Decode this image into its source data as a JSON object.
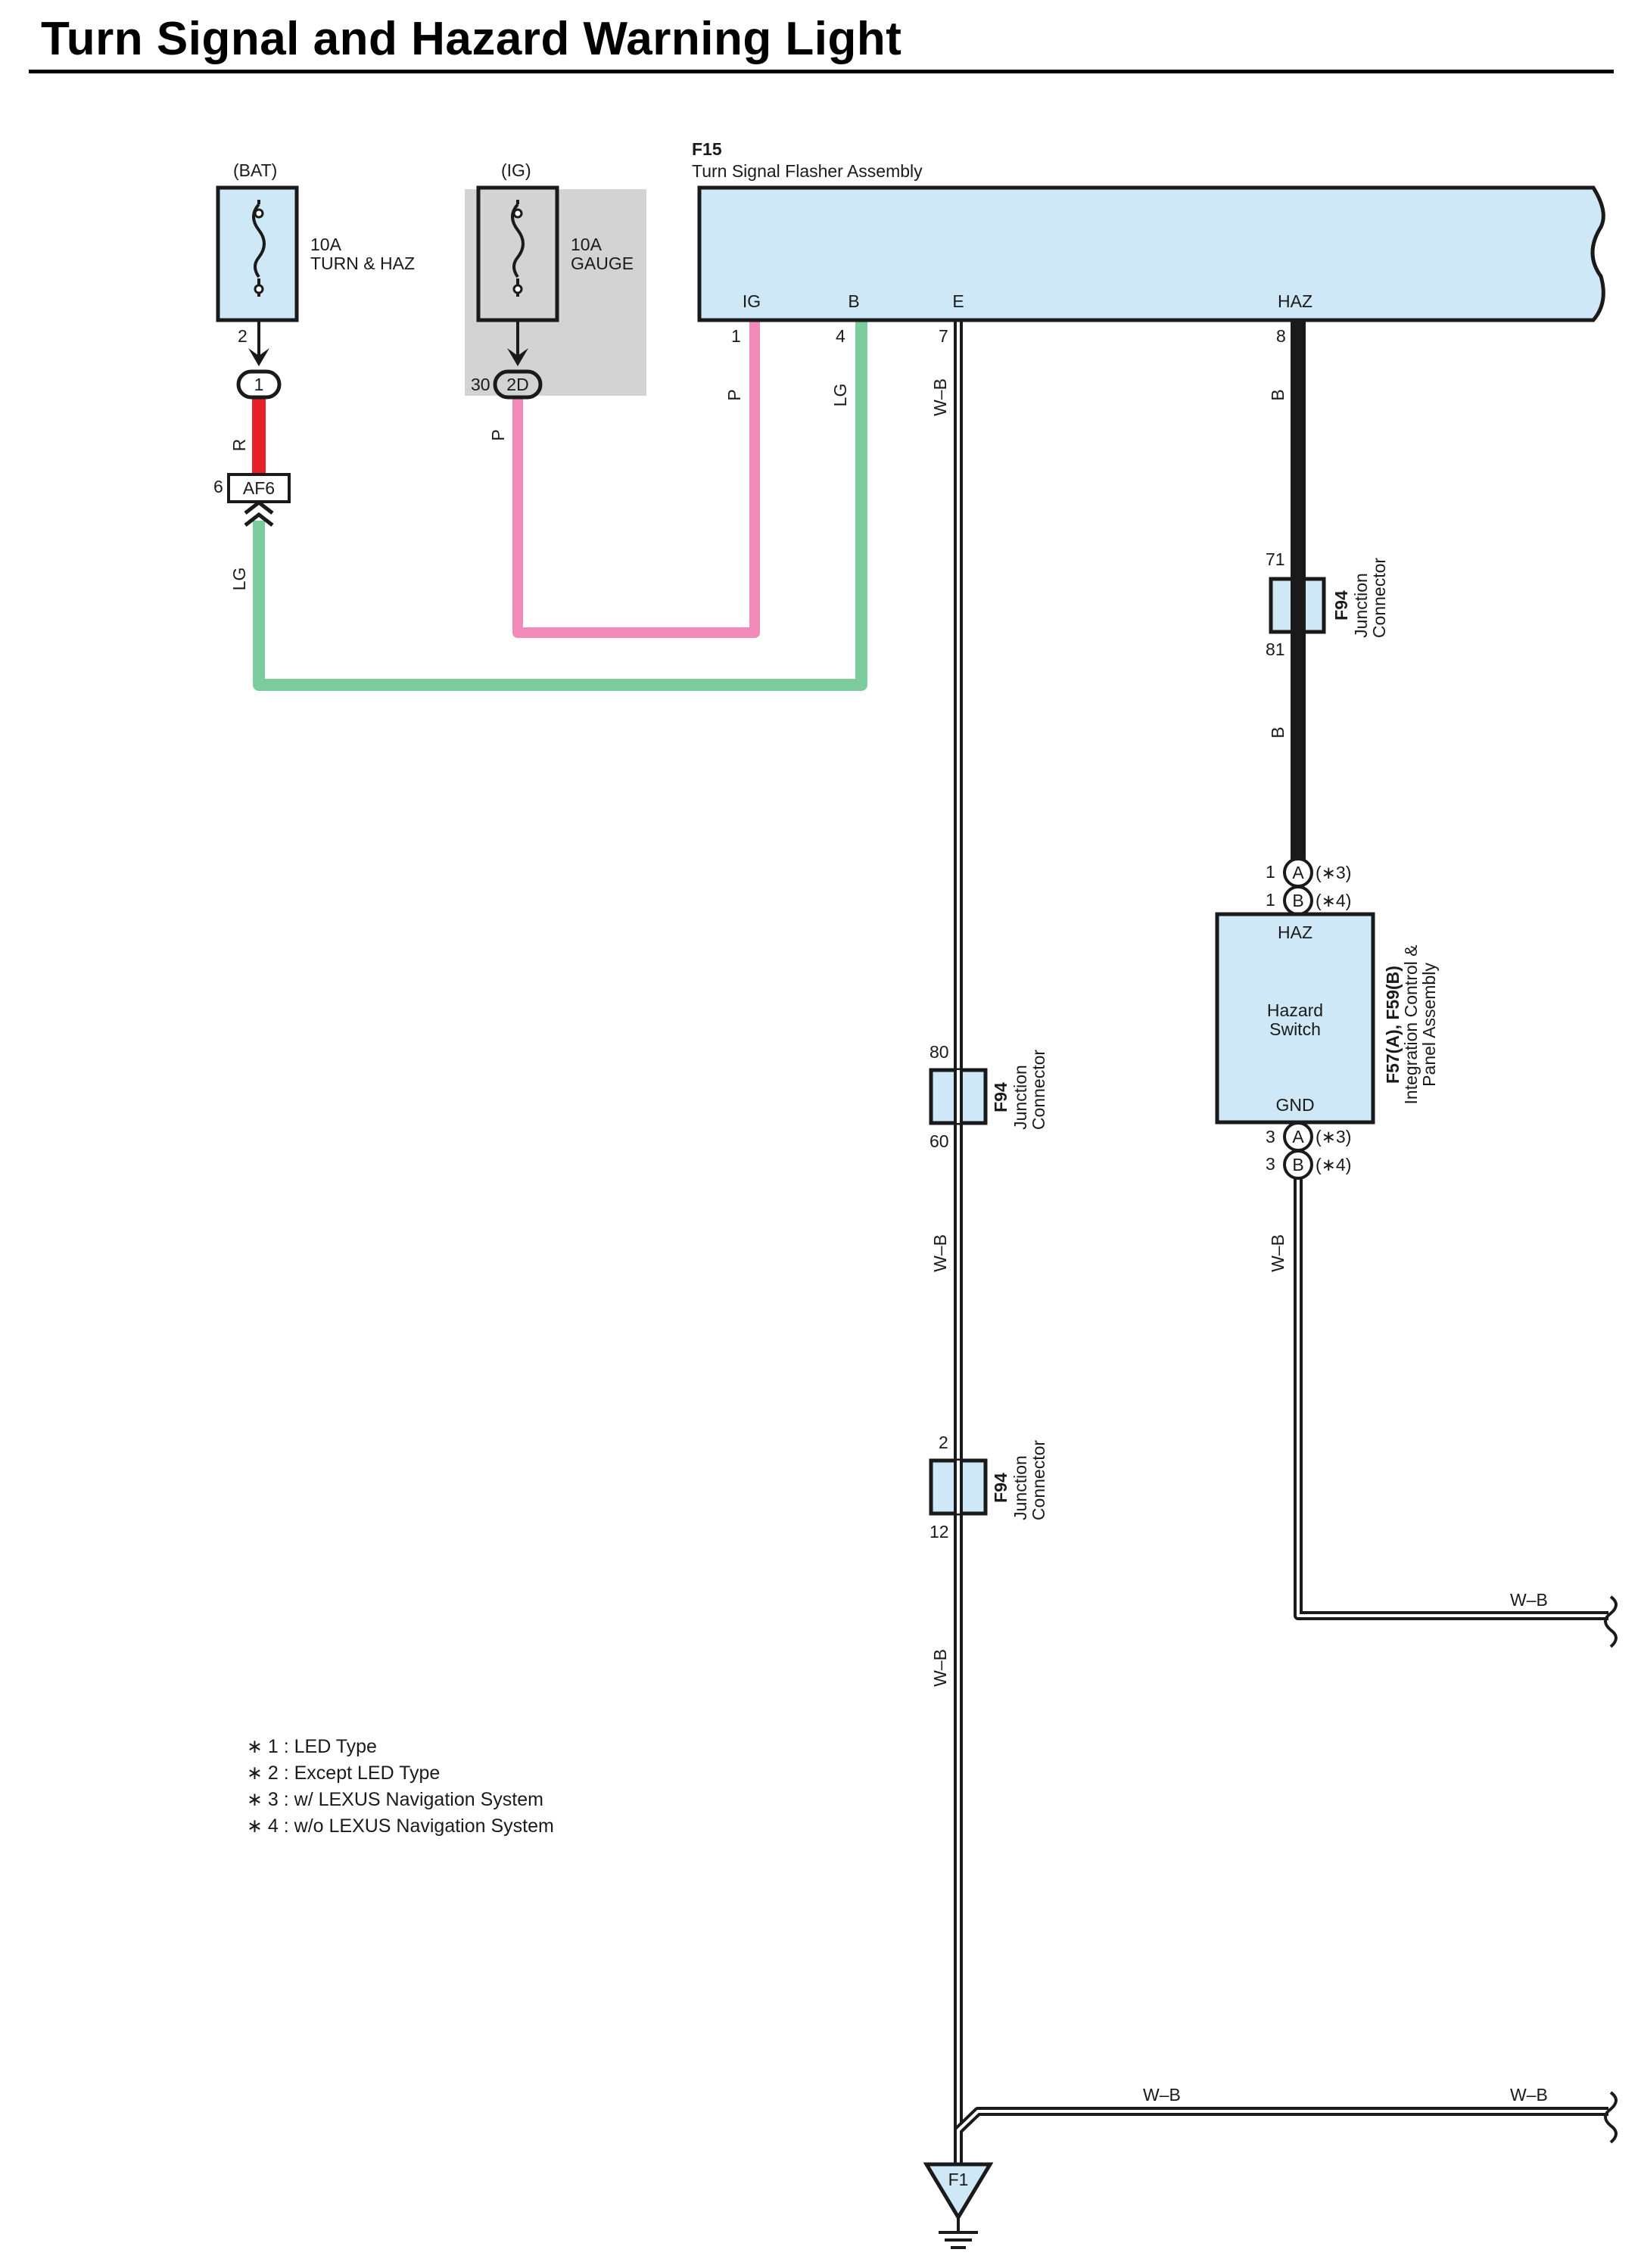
{
  "title": "Turn Signal and Hazard Warning Light",
  "colors": {
    "component_fill": "#cfe8f7",
    "fuse_box_gray": "#d3d3d3",
    "wire_red": "#e8202a",
    "wire_pink": "#f18ab8",
    "wire_light_green": "#7dcc9d",
    "wire_black": "#1a1a1a"
  },
  "fuses": {
    "bat": {
      "source": "(BAT)",
      "rating": "10A",
      "name": "TURN & HAZ",
      "pin_out": "2",
      "connector": "1"
    },
    "ig": {
      "source": "(IG)",
      "rating": "10A",
      "name": "GAUGE",
      "pin_out": "30",
      "connector": "2D"
    }
  },
  "connector_af6": {
    "pin": "6",
    "id": "AF6"
  },
  "flasher": {
    "code": "F15",
    "name": "Turn Signal Flasher Assembly",
    "terminals": [
      {
        "name": "IG",
        "pin": "1",
        "wire": "P"
      },
      {
        "name": "B",
        "pin": "4",
        "wire": "LG"
      },
      {
        "name": "E",
        "pin": "7",
        "wire": "W–B"
      },
      {
        "name": "HAZ",
        "pin": "8",
        "wire": "B"
      }
    ]
  },
  "wire_labels": {
    "bat_wire": "R",
    "af6_wire": "LG",
    "ig_wire": "P",
    "haz_lower": "B",
    "ground_mid": "W–B",
    "ground_low": "W–B",
    "switch_gnd": "W–B",
    "branch_right": "W–B",
    "bottom_left": "W–B",
    "bottom_right": "W–B"
  },
  "junctions": {
    "haz": {
      "code": "F94",
      "name": "Junction",
      "name2": "Connector",
      "pin_top": "71",
      "pin_bottom": "81"
    },
    "ground_1": {
      "code": "F94",
      "name": "Junction",
      "name2": "Connector",
      "pin_top": "80",
      "pin_bottom": "60"
    },
    "ground_2": {
      "code": "F94",
      "name": "Junction",
      "name2": "Connector",
      "pin_top": "2",
      "pin_bottom": "12"
    }
  },
  "hazard_switch": {
    "code": "F57(A), F59(B)",
    "assembly_line1": "Integration Control &",
    "assembly_line2": "Panel Assembly",
    "name_line1": "Hazard",
    "name_line2": "Switch",
    "terminal_top": "HAZ",
    "terminal_bottom": "GND",
    "pins_top": [
      {
        "pin": "1",
        "conn": "A",
        "note": "(∗3)"
      },
      {
        "pin": "1",
        "conn": "B",
        "note": "(∗4)"
      }
    ],
    "pins_bottom": [
      {
        "pin": "3",
        "conn": "A",
        "note": "(∗3)"
      },
      {
        "pin": "3",
        "conn": "B",
        "note": "(∗4)"
      }
    ]
  },
  "ground": {
    "id": "F1"
  },
  "legend": [
    "∗ 1 : LED Type",
    "∗ 2 : Except LED Type",
    "∗ 3 : w/ LEXUS Navigation System",
    "∗ 4 : w/o LEXUS Navigation System"
  ]
}
